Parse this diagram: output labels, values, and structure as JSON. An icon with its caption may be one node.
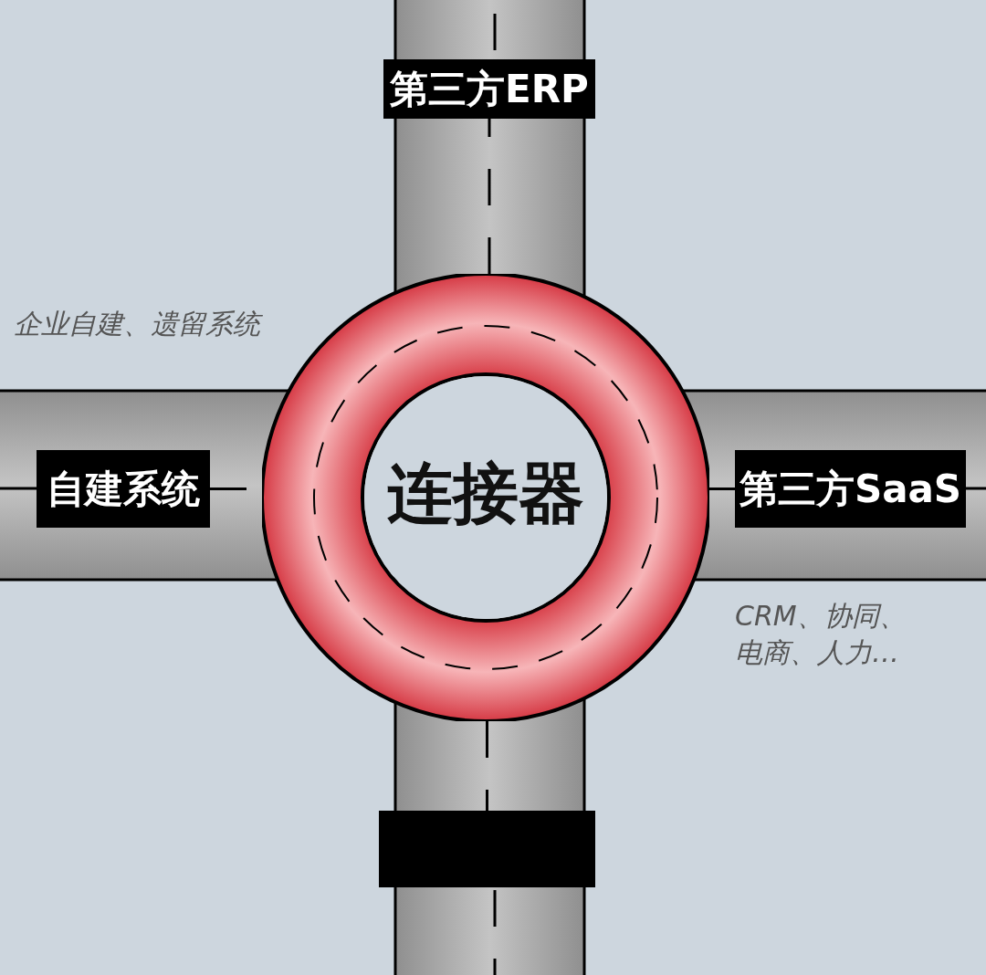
{
  "diagram": {
    "nodes": [
      {
        "text": [
          "连接器"
        ]
      },
      {
        "text": [
          "第三方ERP"
        ]
      },
      {
        "text": [
          "自建系统"
        ]
      },
      {
        "text": [
          "第三方SaaS"
        ]
      },
      {
        "text": [],
        "shape": "box"
      }
    ],
    "edges": [
      {
        "from": 0,
        "to": 1,
        "arrow": "none",
        "style": "dashed"
      },
      {
        "from": 2,
        "to": 0,
        "arrow": "none",
        "style": "dashed"
      },
      {
        "from": 0,
        "to": 3,
        "arrow": "none",
        "style": "dashed"
      },
      {
        "from": 0,
        "to": 4,
        "arrow": "none",
        "style": "dashed"
      }
    ],
    "labels": [
      "企业自建、遗留系统",
      "CRM、协同、电商、人力…"
    ]
  }
}
